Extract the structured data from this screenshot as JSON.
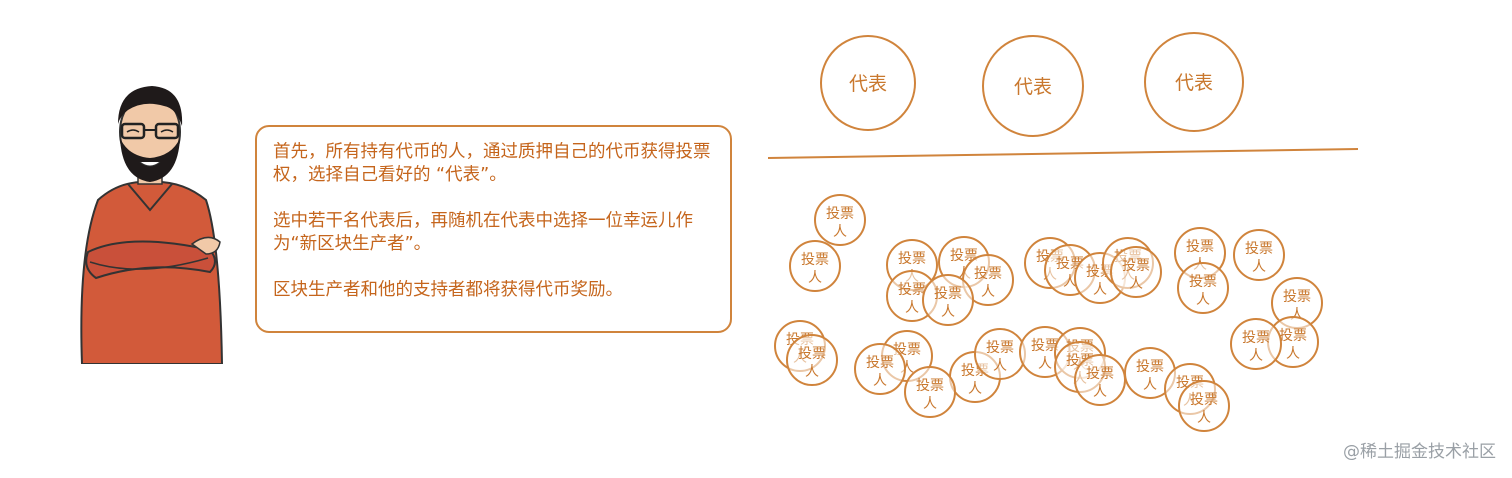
{
  "textbox": {
    "para1": "首先，所有持有代币的人，通过质押自己的代币获得投票权，选择自己看好的 “代表”。",
    "para2": "选中若干名代表后，再随机在代表中选择一位幸运儿作为“新区块生产者”。",
    "para3": "区块生产者和他的支持者都将获得代币奖励。"
  },
  "delegates": [
    "代表",
    "代表",
    "代表"
  ],
  "voter": {
    "line1": "投票",
    "line2": "人"
  },
  "watermark": "@稀土掘金技术社区",
  "colors": {
    "accent": "#d0843c",
    "text": "#c5651c",
    "shirt": "#d25a3a"
  }
}
